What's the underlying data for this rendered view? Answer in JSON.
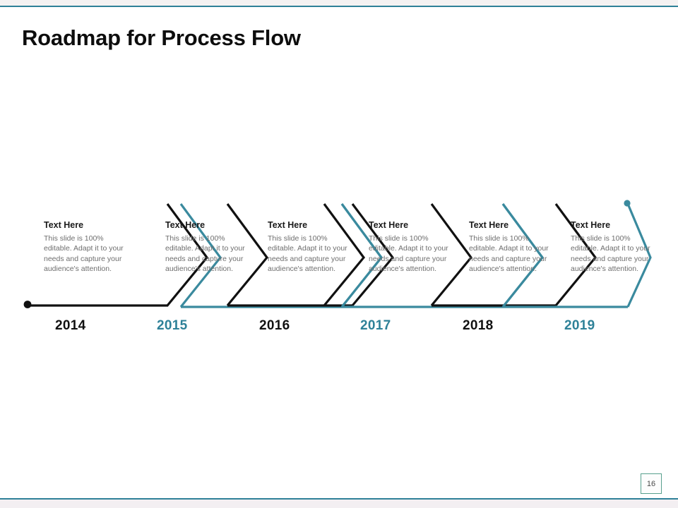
{
  "slide": {
    "title": "Roadmap for Process Flow",
    "page_number": "16",
    "accent_teal": "#2e8198",
    "accent_dark": "#111111",
    "body_text_color": "#6e6e6e"
  },
  "chart_data": {
    "type": "timeline-chevron",
    "title": "Roadmap for Process Flow",
    "orientation": "horizontal",
    "segment_count": 6,
    "categories": [
      "2014",
      "2015",
      "2016",
      "2017",
      "2018",
      "2019"
    ],
    "colors": [
      "#111111",
      "#2e8198",
      "#111111",
      "#2e8198",
      "#111111",
      "#2e8198"
    ],
    "segments": [
      {
        "year": "2014",
        "color_key": "dark",
        "heading": "Text Here",
        "body": "This slide is 100% editable. Adapt it to your needs and capture your audience's attention."
      },
      {
        "year": "2015",
        "color_key": "teal",
        "heading": "Text Here",
        "body": "This slide is 100% editable. Adapt it to your needs and capture your audience's attention."
      },
      {
        "year": "2016",
        "color_key": "dark",
        "heading": "Text Here",
        "body": "This slide is 100% editable. Adapt it to your needs and capture your audience's attention."
      },
      {
        "year": "2017",
        "color_key": "teal",
        "heading": "Text Here",
        "body": "This slide is 100% editable. Adapt it to your needs and capture your audience's attention."
      },
      {
        "year": "2018",
        "color_key": "dark",
        "heading": "Text Here",
        "body": "This slide is 100% editable. Adapt it to your needs and capture your audience's attention."
      },
      {
        "year": "2019",
        "color_key": "teal",
        "heading": "Text Here",
        "body": "This slide is 100% editable. Adapt it to your needs and capture your audience's attention."
      }
    ]
  }
}
